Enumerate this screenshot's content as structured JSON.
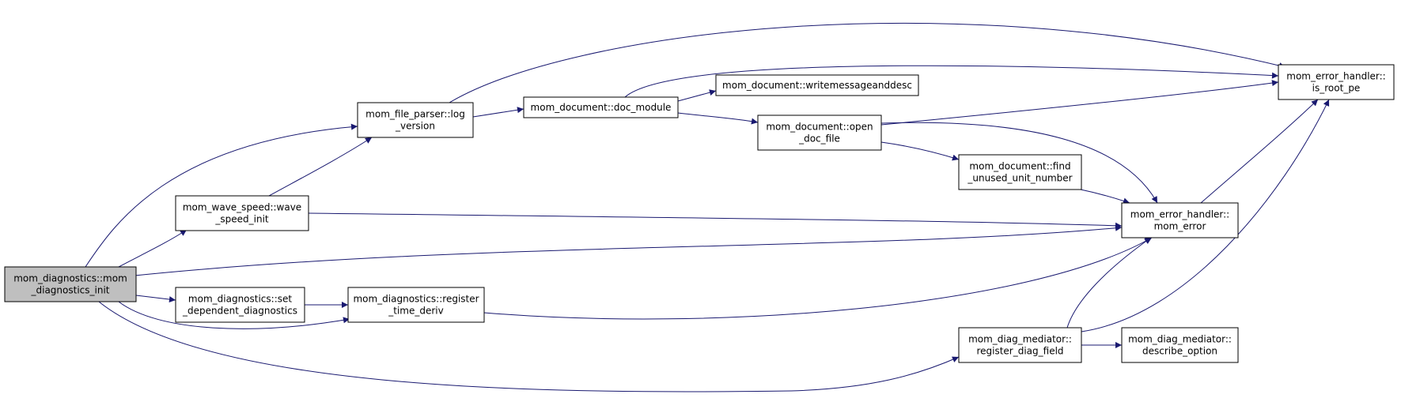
{
  "diagram": {
    "type": "call-graph",
    "colors": {
      "edge": "#191970",
      "root_fill": "#bfbfbf",
      "node_fill": "#ffffff",
      "border": "#000000"
    },
    "nodes": {
      "root": {
        "lines": [
          "mom_diagnostics::mom",
          "_diagnostics_init"
        ],
        "root": true
      },
      "wave": {
        "lines": [
          "mom_wave_speed::wave",
          "_speed_init"
        ]
      },
      "setdep": {
        "lines": [
          "mom_diagnostics::set",
          "_dependent_diagnostics"
        ]
      },
      "regtd": {
        "lines": [
          "mom_diagnostics::register",
          "_time_deriv"
        ]
      },
      "logver": {
        "lines": [
          "mom_file_parser::log",
          "_version"
        ]
      },
      "docmod": {
        "lines": [
          "mom_document::doc_module"
        ]
      },
      "wmad": {
        "lines": [
          "mom_document::writemessageanddesc"
        ]
      },
      "open": {
        "lines": [
          "mom_document::open",
          "_doc_file"
        ]
      },
      "find": {
        "lines": [
          "mom_document::find",
          "_unused_unit_number"
        ]
      },
      "momerr": {
        "lines": [
          "mom_error_handler::",
          "mom_error"
        ]
      },
      "isroot": {
        "lines": [
          "mom_error_handler::",
          "is_root_pe"
        ]
      },
      "rdf": {
        "lines": [
          "mom_diag_mediator::",
          "register_diag_field"
        ]
      },
      "desc": {
        "lines": [
          "mom_diag_mediator::",
          "describe_option"
        ]
      }
    },
    "edges": [
      {
        "from": "root",
        "to": "logver"
      },
      {
        "from": "root",
        "to": "wave"
      },
      {
        "from": "root",
        "to": "momerr"
      },
      {
        "from": "root",
        "to": "setdep"
      },
      {
        "from": "root",
        "to": "regtd"
      },
      {
        "from": "root",
        "to": "rdf"
      },
      {
        "from": "wave",
        "to": "logver"
      },
      {
        "from": "wave",
        "to": "momerr"
      },
      {
        "from": "setdep",
        "to": "regtd"
      },
      {
        "from": "regtd",
        "to": "momerr"
      },
      {
        "from": "logver",
        "to": "docmod"
      },
      {
        "from": "logver",
        "to": "isroot"
      },
      {
        "from": "docmod",
        "to": "wmad"
      },
      {
        "from": "docmod",
        "to": "open"
      },
      {
        "from": "docmod",
        "to": "isroot"
      },
      {
        "from": "open",
        "to": "find"
      },
      {
        "from": "open",
        "to": "momerr"
      },
      {
        "from": "open",
        "to": "isroot"
      },
      {
        "from": "find",
        "to": "momerr"
      },
      {
        "from": "momerr",
        "to": "isroot"
      },
      {
        "from": "rdf",
        "to": "desc"
      },
      {
        "from": "rdf",
        "to": "momerr"
      },
      {
        "from": "rdf",
        "to": "isroot"
      }
    ]
  }
}
